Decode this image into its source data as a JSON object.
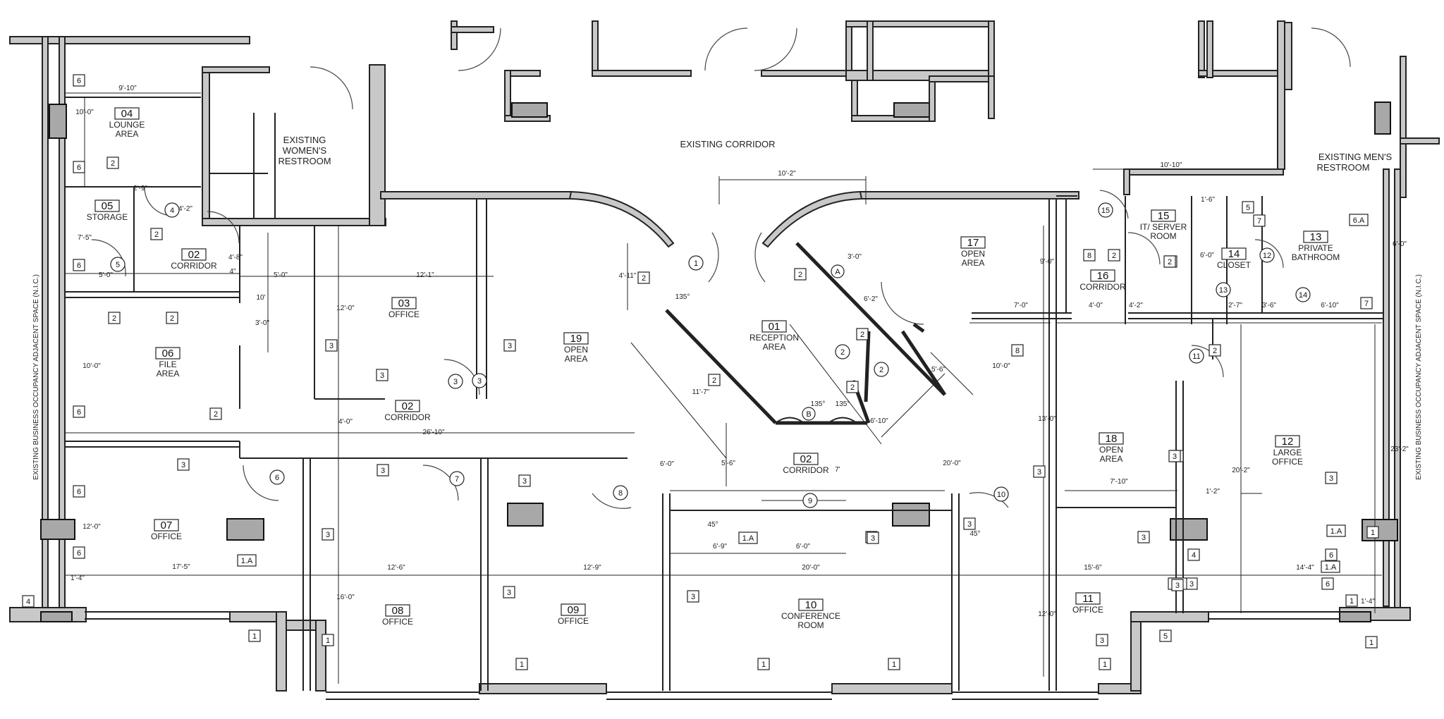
{
  "corridor_label": "EXISTING CORRIDOR",
  "side_labels": {
    "left": "EXISTING BUSINESS OCCUPANCY ADJACENT SPACE (N.I.C.)",
    "right": "EXISTING BUSINESS OCCUPANCY ADJACENT SPACE (N.I.C.)"
  },
  "restrooms": {
    "womens": [
      "EXISTING",
      "WOMEN'S",
      "RESTROOM"
    ],
    "mens": [
      "EXISTING MEN'S",
      "RESTROOM"
    ]
  },
  "rooms": [
    {
      "num": "04",
      "name": [
        "LOUNGE",
        "AREA"
      ]
    },
    {
      "num": "05",
      "name": [
        "STORAGE"
      ]
    },
    {
      "num": "02",
      "name": [
        "CORRIDOR"
      ]
    },
    {
      "num": "03",
      "name": [
        "OFFICE"
      ]
    },
    {
      "num": "06",
      "name": [
        "FILE",
        "AREA"
      ]
    },
    {
      "num": "02",
      "name": [
        "CORRIDOR"
      ]
    },
    {
      "num": "19",
      "name": [
        "OPEN",
        "AREA"
      ]
    },
    {
      "num": "01",
      "name": [
        "RECEPTION",
        "AREA"
      ]
    },
    {
      "num": "17",
      "name": [
        "OPEN",
        "AREA"
      ]
    },
    {
      "num": "15",
      "name": [
        "IT/ SERVER",
        "ROOM"
      ]
    },
    {
      "num": "16",
      "name": [
        "CORRIDOR"
      ]
    },
    {
      "num": "14",
      "name": [
        "CLOSET"
      ]
    },
    {
      "num": "13",
      "name": [
        "PRIVATE",
        "BATHROOM"
      ]
    },
    {
      "num": "07",
      "name": [
        "OFFICE"
      ]
    },
    {
      "num": "02",
      "name": [
        "CORRIDOR"
      ]
    },
    {
      "num": "18",
      "name": [
        "OPEN",
        "AREA"
      ]
    },
    {
      "num": "12",
      "name": [
        "LARGE",
        "OFFICE"
      ]
    },
    {
      "num": "08",
      "name": [
        "OFFICE"
      ]
    },
    {
      "num": "09",
      "name": [
        "OFFICE"
      ]
    },
    {
      "num": "10",
      "name": [
        "CONFERENCE",
        "ROOM"
      ]
    },
    {
      "num": "11",
      "name": [
        "OFFICE"
      ]
    }
  ],
  "dimensions": [
    "9'-10\"",
    "10'-0\"",
    "2'-9\"",
    "4'-2\"",
    "7'-5\"",
    "5'-0\"",
    "4'-8\"",
    "5'-0\"",
    "12'-1\"",
    "4\"",
    "10'",
    "3'-0\"",
    "12'-0\"",
    "10'-0\"",
    "4'-0\"",
    "26'-10\"",
    "12'-0\"",
    "17'-5\"",
    "12'-6\"",
    "12'-9\"",
    "16'-0\"",
    "10'-2\"",
    "4'-11\"",
    "3'-0\"",
    "6'-2\"",
    "135°",
    "135°",
    "135°",
    "11'-7\"",
    "6'-10\"",
    "10'-0\"",
    "5'-6\"",
    "6'-0\"",
    "5'-6\"",
    "20'-0\"",
    "7'",
    "45°",
    "45°",
    "6'-9\"",
    "6'-0\"",
    "20'-0\"",
    "10'-10\"",
    "9'-0\"",
    "1'-6\"",
    "6'-0\"",
    "7'-0\"",
    "4'-0\"",
    "4'-2\"",
    "2'-7\"",
    "3'-6\"",
    "6'-10\"",
    "6'-0\"",
    "13'-0\"",
    "7'-10\"",
    "15'-6\"",
    "14'-4\"",
    "1'-2\"",
    "12'-0\"",
    "20'-2\"",
    "23'-2\"",
    "1'-4\"",
    "1'-4\""
  ],
  "door_tags": [
    "1",
    "2",
    "2",
    "3",
    "3",
    "4",
    "5",
    "6",
    "7",
    "8",
    "9",
    "10",
    "11",
    "12",
    "13",
    "14",
    "15"
  ],
  "wall_tags": [
    "6",
    "6",
    "2",
    "2",
    "6",
    "2",
    "2",
    "3",
    "3",
    "3",
    "2",
    "6",
    "3",
    "3",
    "3",
    "6",
    "1.A",
    "6",
    "4",
    "3",
    "3",
    "3",
    "1",
    "1",
    "1",
    "1",
    "1",
    "1",
    "2",
    "2",
    "2",
    "2",
    "2",
    "3",
    "3",
    "3",
    "1.A",
    "3",
    "3",
    "3",
    "3",
    "8",
    "2",
    "8",
    "2",
    "2",
    "5",
    "7",
    "6.A",
    "7",
    "2",
    "3",
    "3",
    "3",
    "6",
    "1.A",
    "1.A",
    "6",
    "3",
    "5",
    "1",
    "1",
    "4",
    "1",
    "1.A",
    "3"
  ],
  "wall_tag_letters": [
    "A",
    "B"
  ]
}
